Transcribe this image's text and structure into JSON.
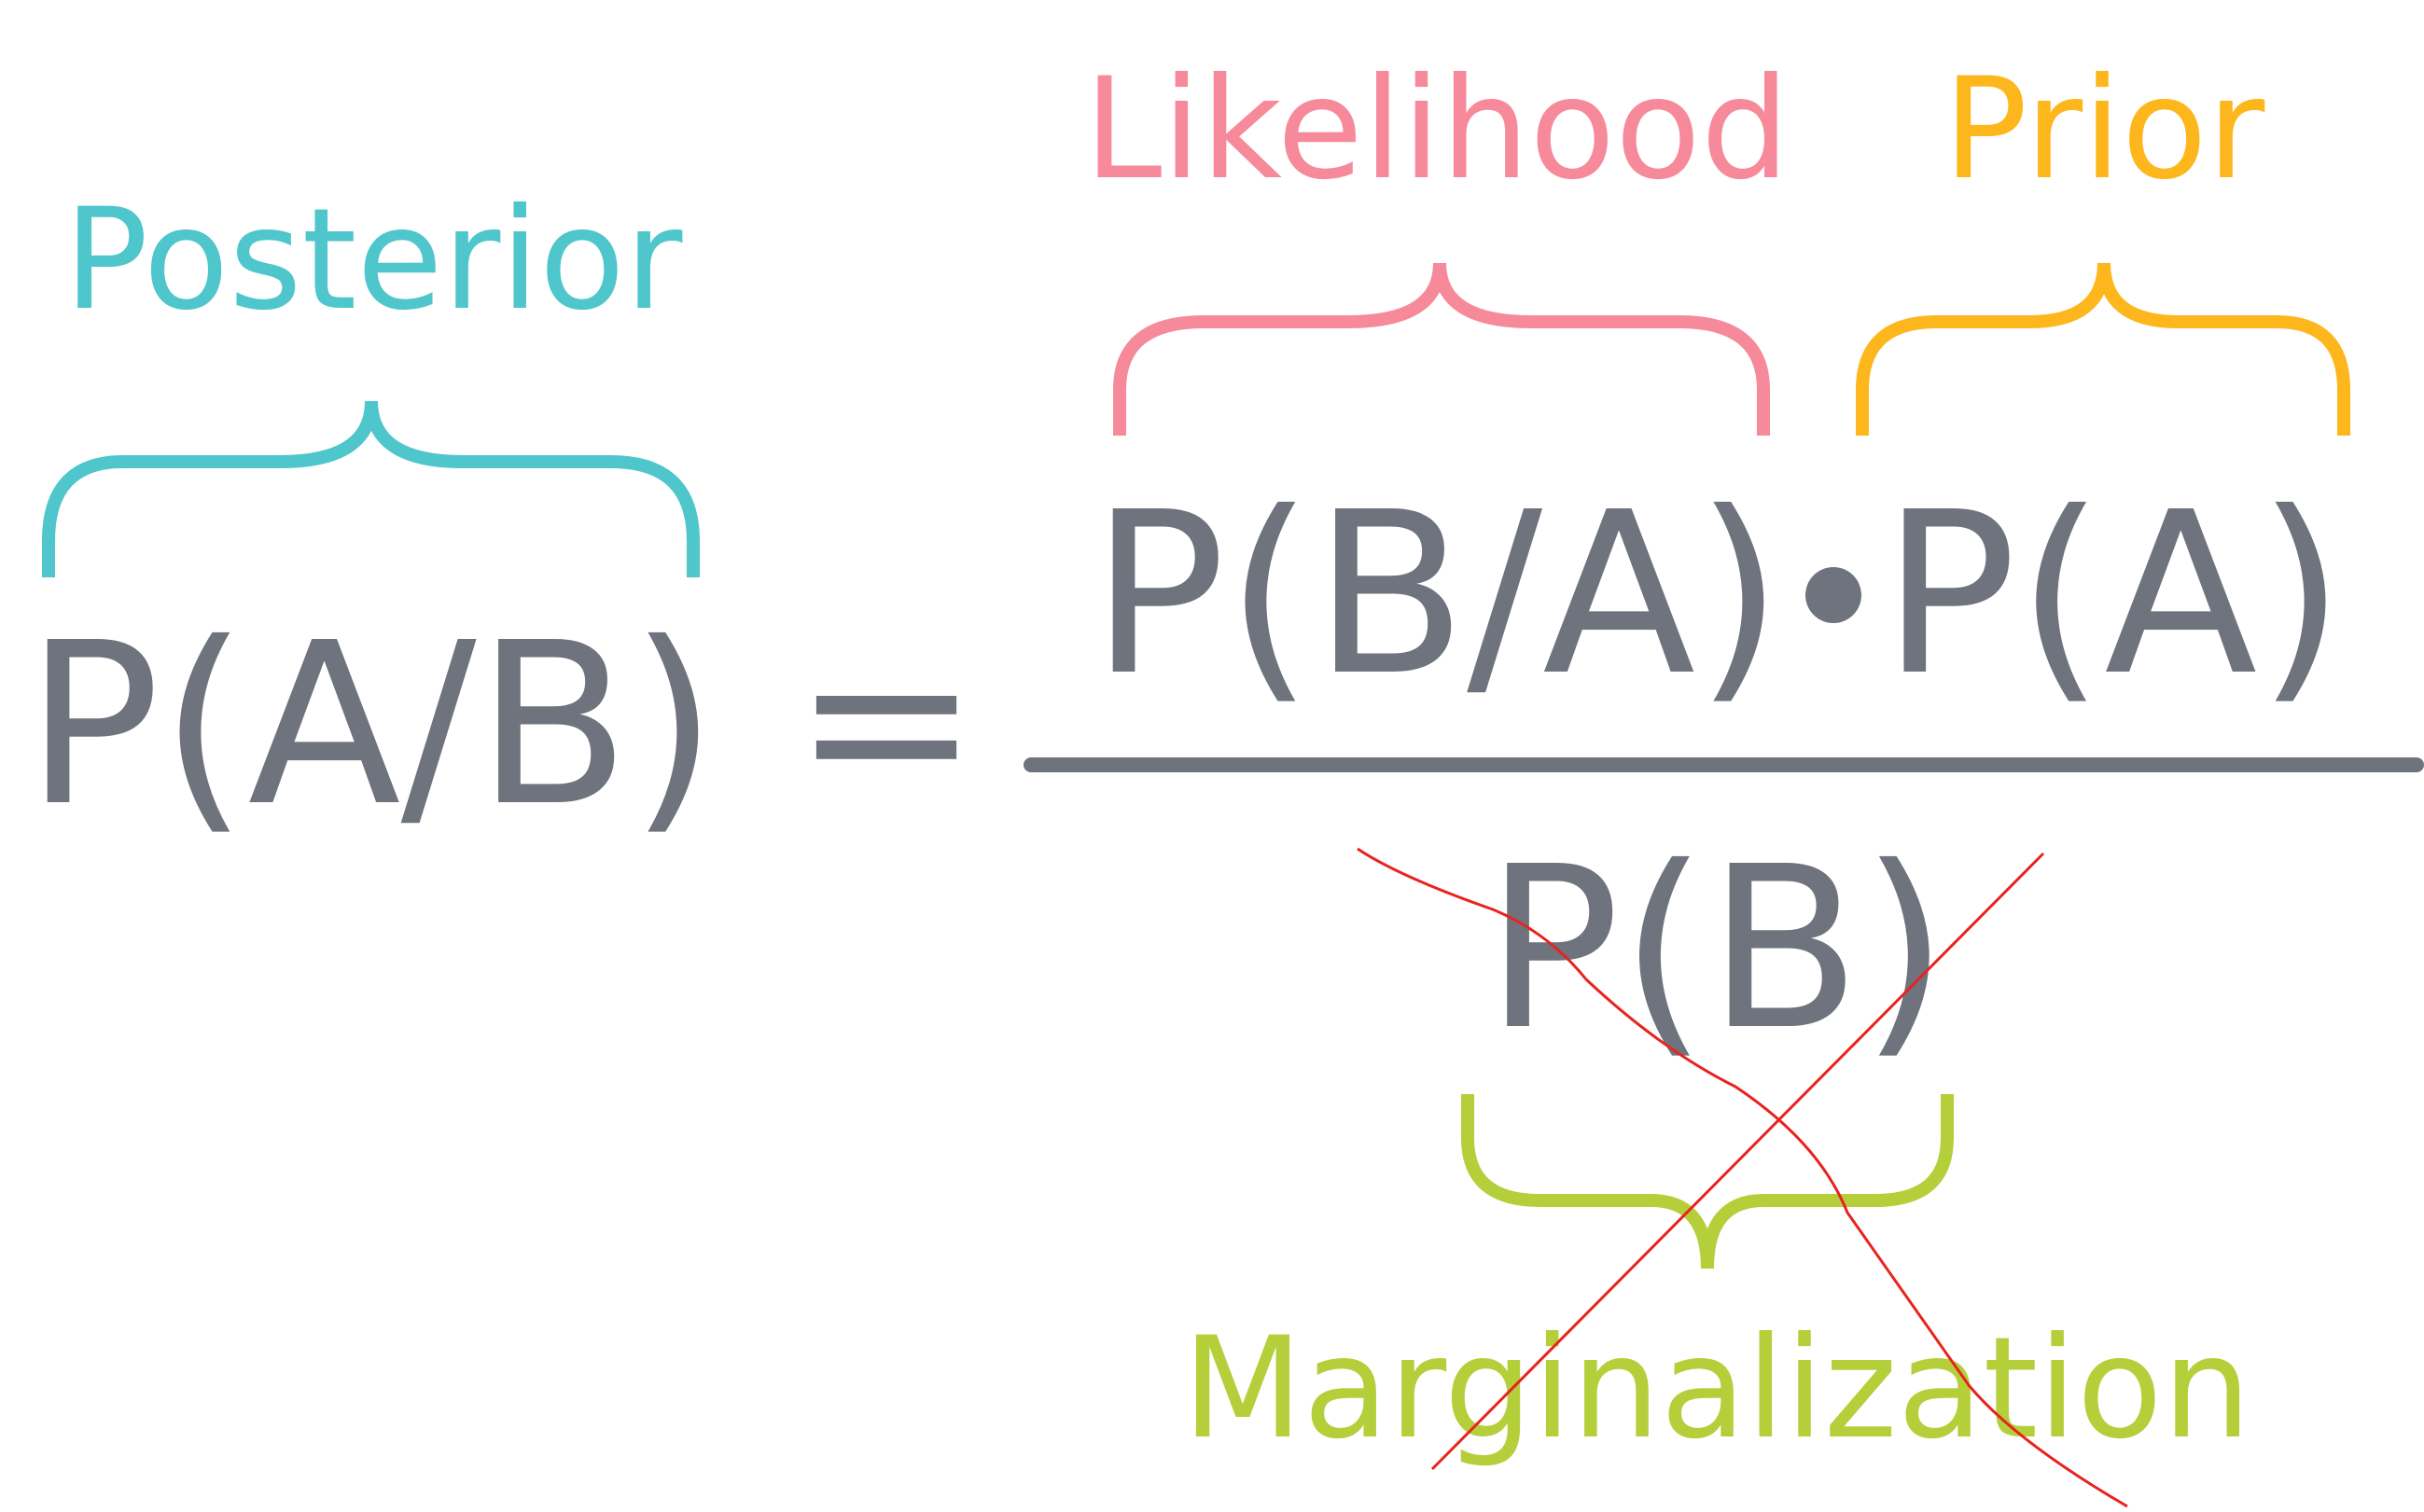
{
  "colors": {
    "background": "#ffffff",
    "formula": "#6e737d",
    "posterior": "#4ec6cc",
    "likelihood": "#f78a9a",
    "prior": "#fdb61b",
    "marginalization": "#b5cf3a",
    "strike": "#e8231f"
  },
  "labels": {
    "posterior": "Posterior",
    "likelihood": "Likelihood",
    "prior": "Prior",
    "marginalization": "Marginalization"
  },
  "formula": {
    "lhs": "P(A/B)",
    "equals": "=",
    "likelihood_term": "P(B/A)",
    "dot": "•",
    "prior_term": "P(A)",
    "denominator": "P(B)"
  }
}
